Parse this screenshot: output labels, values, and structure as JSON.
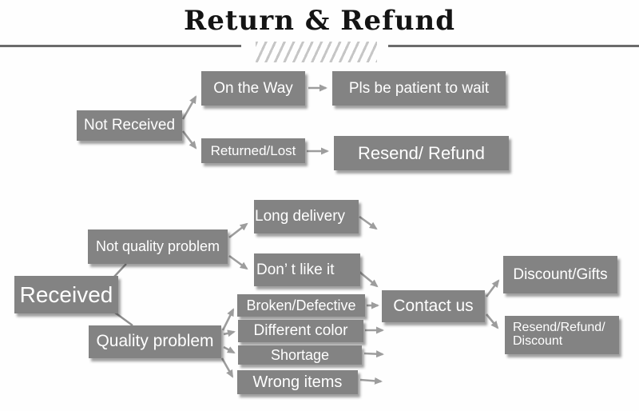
{
  "title": "Return & Refund",
  "colors": {
    "box_gray": "#838383",
    "arrow_gray": "#9d9d9d",
    "connector_gray": "#8f8f8f",
    "divider_gray": "#6b6b6b",
    "hatch_gray": "#c6c6c6",
    "title_black": "#141414",
    "text_white": "#ffffff"
  },
  "nodes": {
    "not_received": "Not Received",
    "on_the_way": "On the Way",
    "pls_wait": "Pls be patient to wait",
    "returned_lost": "Returned/Lost",
    "resend_refund": "Resend/ Refund",
    "received": "Received",
    "not_quality_problem": "Not quality problem",
    "quality_problem": "Quality problem",
    "long_delivery": "Long delivery",
    "dont_like_it": "Don’ t like it",
    "broken_defective": "Broken/Defective",
    "different_color": "Different color",
    "shortage": "Shortage",
    "wrong_items": "Wrong items",
    "contact_us": "Contact us",
    "discount_gifts": "Discount/Gifts",
    "resend_refund_discount_line1": "Resend/Refund/",
    "resend_refund_discount_line2": "Discount"
  },
  "edges": [
    {
      "from": "not_received",
      "to": "on_the_way"
    },
    {
      "from": "not_received",
      "to": "returned_lost"
    },
    {
      "from": "on_the_way",
      "to": "pls_wait"
    },
    {
      "from": "returned_lost",
      "to": "resend_refund"
    },
    {
      "from": "received",
      "to": "not_quality_problem"
    },
    {
      "from": "received",
      "to": "quality_problem"
    },
    {
      "from": "not_quality_problem",
      "to": "long_delivery"
    },
    {
      "from": "not_quality_problem",
      "to": "dont_like_it"
    },
    {
      "from": "long_delivery",
      "to": "contact_us"
    },
    {
      "from": "dont_like_it",
      "to": "contact_us"
    },
    {
      "from": "quality_problem",
      "to": "broken_defective"
    },
    {
      "from": "quality_problem",
      "to": "different_color"
    },
    {
      "from": "quality_problem",
      "to": "shortage"
    },
    {
      "from": "quality_problem",
      "to": "wrong_items"
    },
    {
      "from": "broken_defective",
      "to": "contact_us"
    },
    {
      "from": "different_color",
      "to": "contact_us"
    },
    {
      "from": "shortage",
      "to": "contact_us"
    },
    {
      "from": "wrong_items",
      "to": "contact_us"
    },
    {
      "from": "contact_us",
      "to": "discount_gifts"
    },
    {
      "from": "contact_us",
      "to": "resend_refund_discount"
    }
  ]
}
